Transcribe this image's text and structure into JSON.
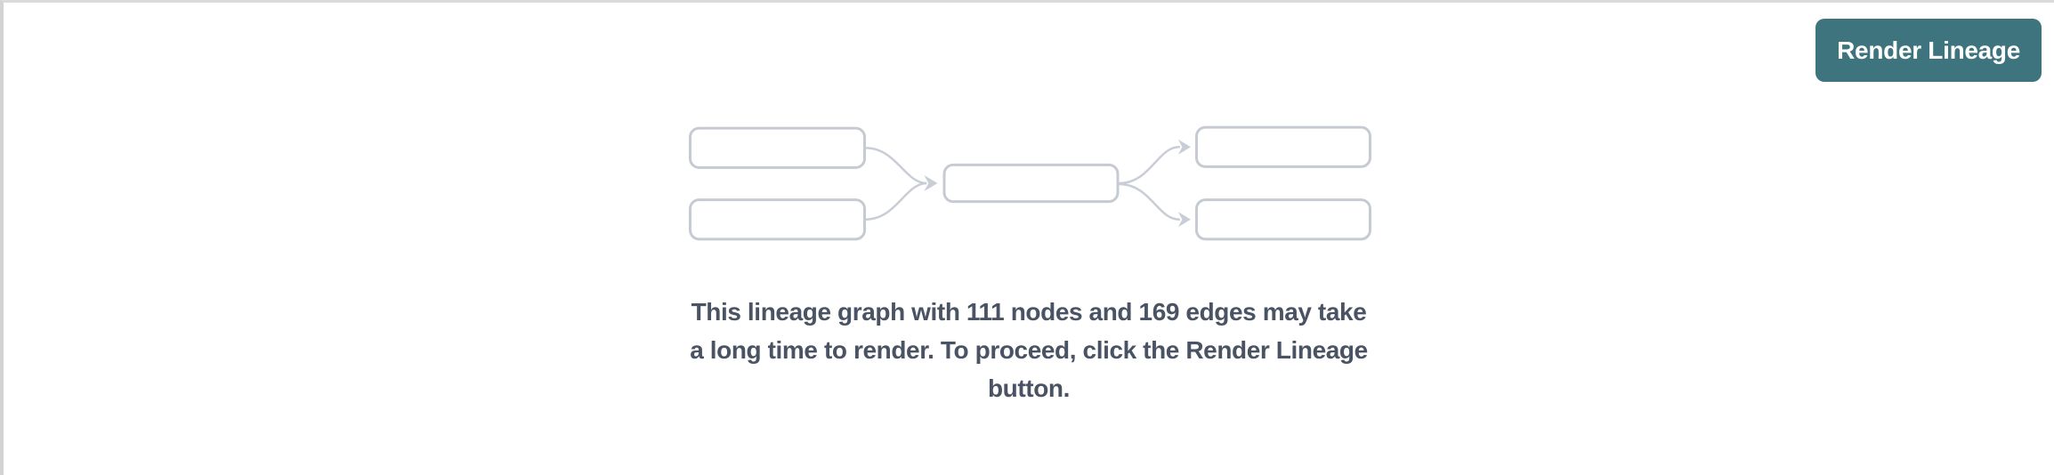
{
  "header": {
    "render_button_label": "Render Lineage"
  },
  "empty_state": {
    "node_count": "111",
    "edge_count": "169",
    "message_lines": [
      "This lineage graph with 111 nodes and 169 edges may take",
      "a long time to render. To proceed, click the Render Lineage",
      "button."
    ],
    "message_full": "This lineage graph with 111 nodes and 169 edges may take a long time to render. To proceed, click the Render Lineage button."
  },
  "icons": {
    "placeholder_graph": "lineage-nodes-edges-placeholder"
  },
  "colors": {
    "accent_teal": "#3e747e",
    "button_text": "#ffffff",
    "message_text": "#4a5363",
    "graphic_stroke": "#c6cbd3",
    "panel_border_top": "#dadadc",
    "panel_border_left": "#d3d3d6"
  }
}
